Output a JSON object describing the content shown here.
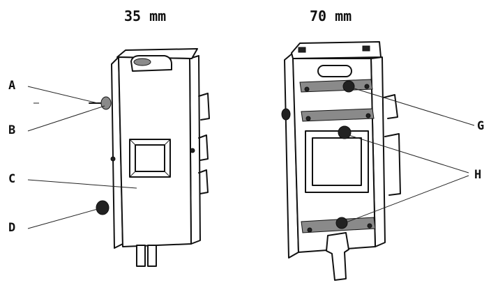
{
  "titles": {
    "left": "35 mm",
    "right": "70 mm"
  },
  "callouts": {
    "a": "A",
    "b": "B",
    "c": "C",
    "d": "D",
    "g": "G",
    "h": "H"
  }
}
